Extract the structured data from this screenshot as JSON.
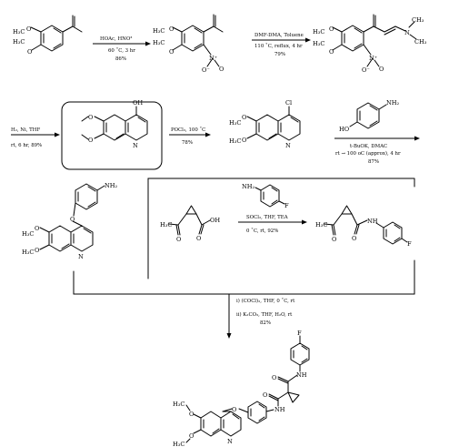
{
  "step1": {
    "reagent": "HOAc, HNO³",
    "conditions": "60 ˚C, 3 hr",
    "yield": "86%"
  },
  "step2": {
    "reagent": "DMF-DMA, Toluene",
    "conditions": "110 ˚C, reflux, 4 hr",
    "yield": "79%"
  },
  "step3": {
    "reagent": "H₂, Ni, THF",
    "conditions": "rt, 6 hr, 89%"
  },
  "step4": {
    "reagent": "POCl₃, 100 ˚C",
    "yield": "78%"
  },
  "step5": {
    "reagent": "t-BuOK, DMAC",
    "conditions": "rt → 100 oC (approx), 4 hr",
    "yield": "87%"
  },
  "step6": {
    "reagent": "SOCl₂, THF, TEA",
    "conditions": "0 ˚C, rt, 92%"
  },
  "step7": {
    "reagent_1": "i) (COCl)₂, THF, 0 ˚C, rt",
    "reagent_2": "ii) K₂CO₃, THF, H₂O, rt",
    "yield": "82%"
  },
  "atoms": {
    "methyl": "H₃C",
    "oxygen": "O",
    "nitrogen": "N",
    "n_plus": "N⁺",
    "o_minus": "O⁻",
    "hydroxyl": "OH",
    "chlorine": "Cl",
    "amine": "NH₂",
    "ho": "HO",
    "fluorine": "F",
    "amide_nh": "NH",
    "dimethylamino_methyl": "CH₃"
  }
}
